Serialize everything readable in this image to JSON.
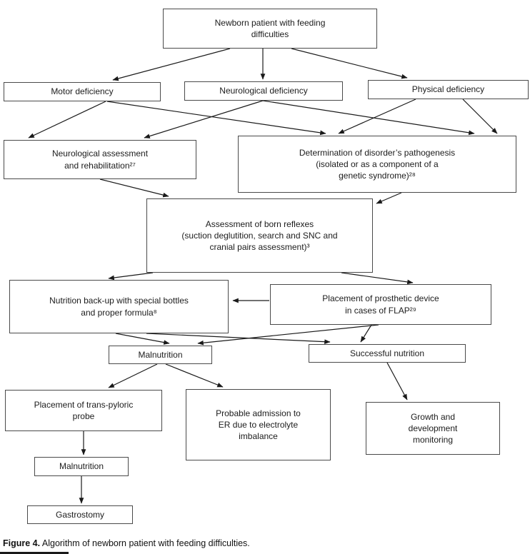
{
  "figure": {
    "caption_label": "Figure 4.",
    "caption_text": " Algorithm of newborn patient with feeding difficulties."
  },
  "nodes": {
    "newborn": {
      "label": "Newborn patient with feeding\ndifficulties"
    },
    "motor": {
      "label": "Motor deficiency"
    },
    "neurological": {
      "label": "Neurological deficiency"
    },
    "physical": {
      "label": "Physical deficiency"
    },
    "neuro_assessment": {
      "label": "Neurological assessment\nand rehabilitation²⁷"
    },
    "determination": {
      "label": "Determination of disorder’s pathogenesis\n(isolated or as a component of a\ngenetic syndrome)²⁸"
    },
    "born_reflexes": {
      "label": "Assessment of born reflexes\n(suction deglutition, search and SNC and\ncranial pairs assessment)³"
    },
    "nutrition_backup": {
      "label": "Nutrition back-up with special bottles\nand proper formula⁸"
    },
    "prosthetic": {
      "label": "Placement of prosthetic device\nin cases of FLAP²⁹"
    },
    "malnutrition1": {
      "label": "Malnutrition"
    },
    "successful": {
      "label": "Successful nutrition"
    },
    "probe": {
      "label": "Placement of trans-pyloric\nprobe"
    },
    "er_admission": {
      "label": "Probable admission to\nER due to electrolyte\nimbalance"
    },
    "growth": {
      "label": "Growth and\ndevelopment\nmonitoring"
    },
    "malnutrition2": {
      "label": "Malnutrition"
    },
    "gastrostomy": {
      "label": "Gastrostomy"
    }
  },
  "edges": [
    {
      "from": "newborn",
      "to": "motor"
    },
    {
      "from": "newborn",
      "to": "neurological"
    },
    {
      "from": "newborn",
      "to": "physical"
    },
    {
      "from": "motor",
      "to": "neuro_assessment"
    },
    {
      "from": "motor",
      "to": "determination"
    },
    {
      "from": "neurological",
      "to": "neuro_assessment"
    },
    {
      "from": "neurological",
      "to": "determination"
    },
    {
      "from": "physical",
      "to": "determination"
    },
    {
      "from": "neuro_assessment",
      "to": "born_reflexes"
    },
    {
      "from": "determination",
      "to": "born_reflexes"
    },
    {
      "from": "born_reflexes",
      "to": "nutrition_backup"
    },
    {
      "from": "born_reflexes",
      "to": "prosthetic"
    },
    {
      "from": "prosthetic",
      "to": "nutrition_backup"
    },
    {
      "from": "nutrition_backup",
      "to": "malnutrition1"
    },
    {
      "from": "nutrition_backup",
      "to": "successful"
    },
    {
      "from": "prosthetic",
      "to": "malnutrition1"
    },
    {
      "from": "prosthetic",
      "to": "successful"
    },
    {
      "from": "malnutrition1",
      "to": "probe"
    },
    {
      "from": "malnutrition1",
      "to": "er_admission"
    },
    {
      "from": "successful",
      "to": "growth"
    },
    {
      "from": "probe",
      "to": "malnutrition2"
    },
    {
      "from": "malnutrition2",
      "to": "gastrostomy"
    }
  ],
  "colors": {
    "line": "#1a1a1a",
    "border": "#4a4a4a",
    "background": "#ffffff"
  }
}
